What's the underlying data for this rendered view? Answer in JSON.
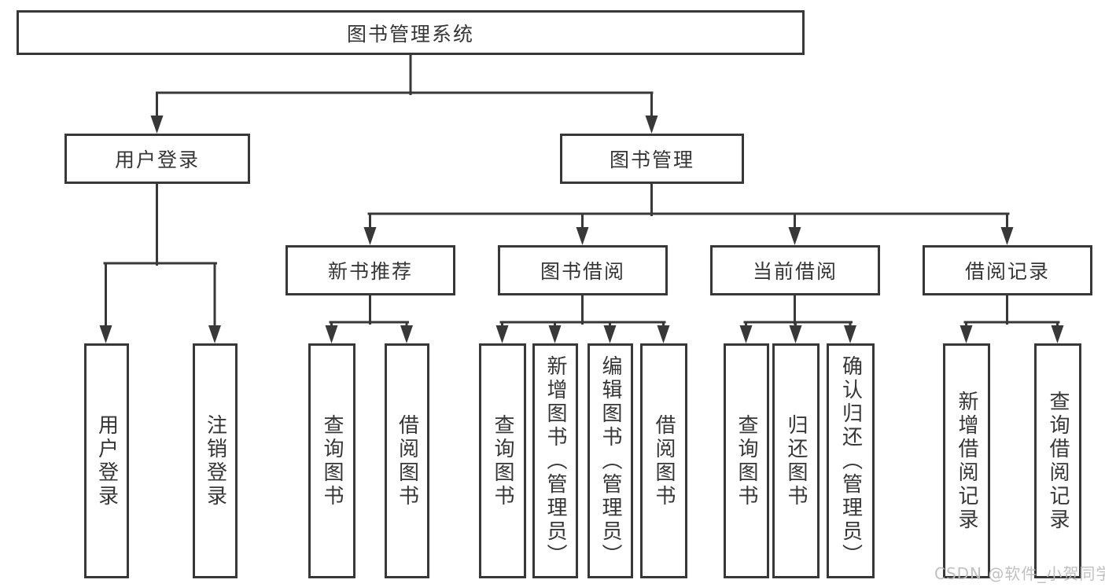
{
  "diagram": {
    "root": "图书管理系统",
    "nodes": {
      "user_login": "用户登录",
      "book_mgmt": "图书管理",
      "new_books": "新书推荐",
      "book_borrow": "图书借阅",
      "current_borrow": "当前借阅",
      "borrow_records": "借阅记录"
    },
    "leaves": {
      "login": "用户登录",
      "logout": "注销登录",
      "nb_query": "查询图书",
      "nb_borrow": "借阅图书",
      "bb_query": "查询图书",
      "bb_add": "新增图书（管理员）",
      "bb_edit": "编辑图书（管理员）",
      "bb_borrow": "借阅图书",
      "cb_query": "查询图书",
      "cb_return": "归还图书",
      "cb_confirm": "确认归还（管理员）",
      "br_add": "新增借阅记录",
      "br_query": "查询借阅记录"
    }
  },
  "watermark": "CSDN @软件_小贺同学",
  "colors": {
    "line": "#383838",
    "text": "#363636",
    "watermark": "#bdbdbd",
    "background": "#ffffff"
  }
}
